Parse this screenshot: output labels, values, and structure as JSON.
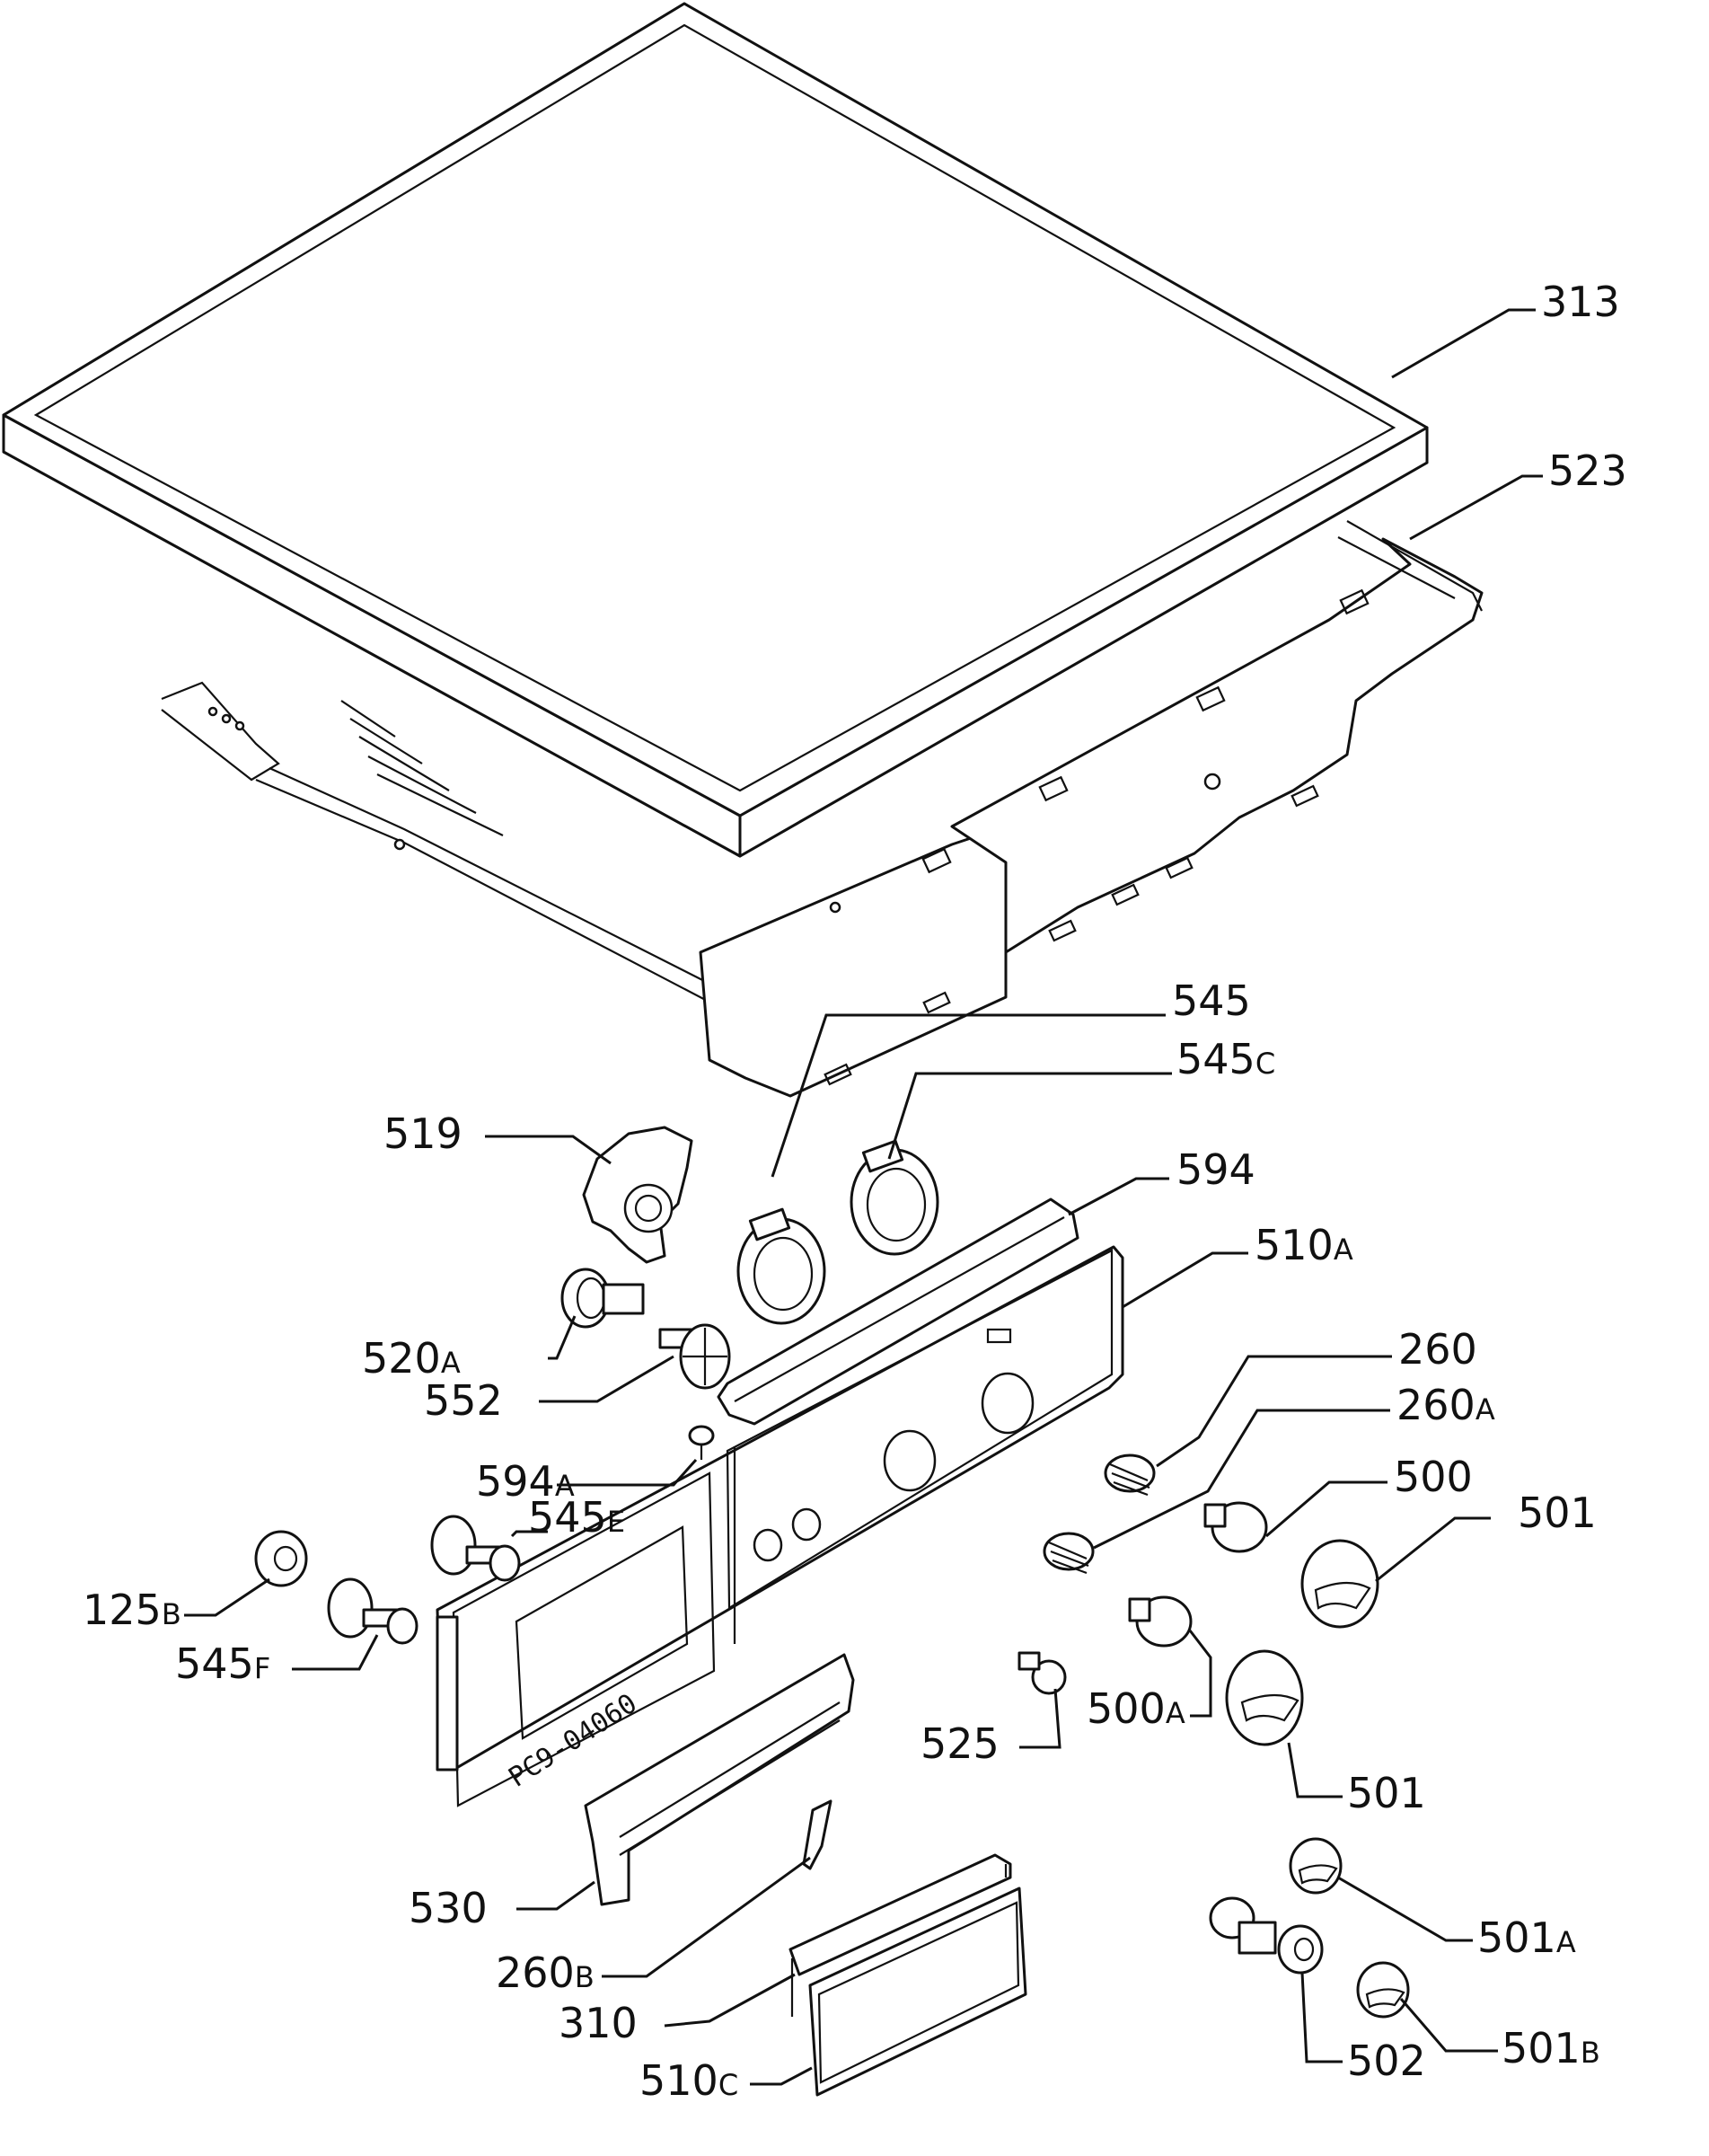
{
  "diagram_stamp": "PC9-04060",
  "labels": [
    {
      "id": "313",
      "main": "313",
      "suffix": ""
    },
    {
      "id": "523",
      "main": "523",
      "suffix": ""
    },
    {
      "id": "545",
      "main": "545",
      "suffix": ""
    },
    {
      "id": "545C",
      "main": "545",
      "suffix": "C"
    },
    {
      "id": "519",
      "main": "519",
      "suffix": ""
    },
    {
      "id": "594",
      "main": "594",
      "suffix": ""
    },
    {
      "id": "510A",
      "main": "510",
      "suffix": "A"
    },
    {
      "id": "520A",
      "main": "520",
      "suffix": "A"
    },
    {
      "id": "552",
      "main": "552",
      "suffix": ""
    },
    {
      "id": "260",
      "main": "260",
      "suffix": ""
    },
    {
      "id": "260A",
      "main": "260",
      "suffix": "A"
    },
    {
      "id": "500",
      "main": "500",
      "suffix": ""
    },
    {
      "id": "501",
      "main": "501",
      "suffix": ""
    },
    {
      "id": "594A",
      "main": "594",
      "suffix": "A"
    },
    {
      "id": "545E",
      "main": "545",
      "suffix": "E"
    },
    {
      "id": "125B",
      "main": "125",
      "suffix": "B"
    },
    {
      "id": "545F",
      "main": "545",
      "suffix": "F"
    },
    {
      "id": "525",
      "main": "525",
      "suffix": ""
    },
    {
      "id": "500A",
      "main": "500",
      "suffix": "A"
    },
    {
      "id": "501b",
      "main": "501",
      "suffix": ""
    },
    {
      "id": "530",
      "main": "530",
      "suffix": ""
    },
    {
      "id": "260B",
      "main": "260",
      "suffix": "B"
    },
    {
      "id": "310",
      "main": "310",
      "suffix": ""
    },
    {
      "id": "510C",
      "main": "510",
      "suffix": "C"
    },
    {
      "id": "501A",
      "main": "501",
      "suffix": "A"
    },
    {
      "id": "502",
      "main": "502",
      "suffix": ""
    },
    {
      "id": "501B",
      "main": "501",
      "suffix": "B"
    }
  ]
}
